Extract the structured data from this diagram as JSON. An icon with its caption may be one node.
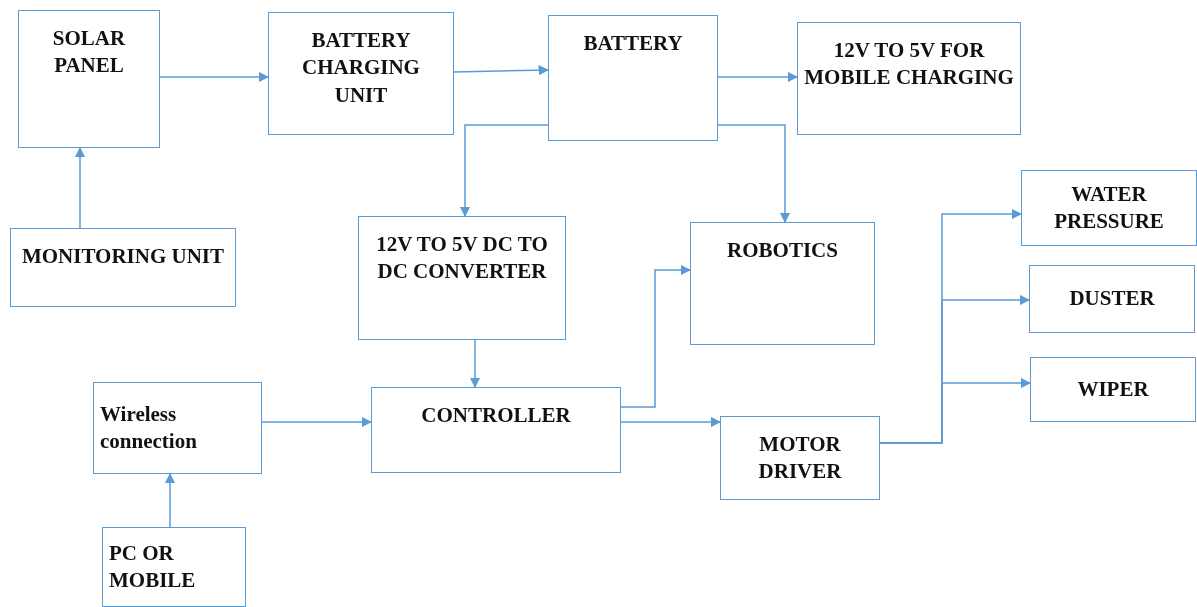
{
  "diagram": {
    "nodes": [
      {
        "text": [
          "SOLAR PANEL"
        ]
      },
      {
        "text": [
          "BATTERY CHARGING UNIT"
        ]
      },
      {
        "text": [
          "BATTERY"
        ]
      },
      {
        "text": [
          "12V TO 5V FOR MOBILE CHARGING"
        ]
      },
      {
        "text": [
          "MONITORING UNIT"
        ]
      },
      {
        "text": [
          "12V TO 5V DC TO DC CONVERTER"
        ]
      },
      {
        "text": [
          "ROBOTICS"
        ]
      },
      {
        "text": [
          "WATER PRESSURE"
        ]
      },
      {
        "text": [
          "DUSTER"
        ]
      },
      {
        "text": [
          "WIPER"
        ]
      },
      {
        "text": [
          "Wireless connection"
        ]
      },
      {
        "text": [
          "CONTROLLER"
        ]
      },
      {
        "text": [
          "MOTOR DRIVER"
        ]
      },
      {
        "text": [
          "PC OR MOBILE"
        ]
      }
    ],
    "edges": [
      {
        "from": 0,
        "to": 1,
        "arrow": "to"
      },
      {
        "from": 1,
        "to": 2,
        "arrow": "to"
      },
      {
        "from": 2,
        "to": 3,
        "arrow": "to"
      },
      {
        "from": 4,
        "to": 0,
        "arrow": "to"
      },
      {
        "from": 2,
        "to": 5,
        "arrow": "to"
      },
      {
        "from": 2,
        "to": 6,
        "arrow": "to"
      },
      {
        "from": 5,
        "to": 11,
        "arrow": "to"
      },
      {
        "from": 10,
        "to": 11,
        "arrow": "to"
      },
      {
        "from": 13,
        "to": 10,
        "arrow": "to"
      },
      {
        "from": 11,
        "to": 6,
        "arrow": "to"
      },
      {
        "from": 11,
        "to": 12,
        "arrow": "to"
      },
      {
        "from": 12,
        "to": 7,
        "arrow": "to"
      },
      {
        "from": 12,
        "to": 8,
        "arrow": "to"
      },
      {
        "from": 12,
        "to": 9,
        "arrow": "to"
      }
    ]
  }
}
